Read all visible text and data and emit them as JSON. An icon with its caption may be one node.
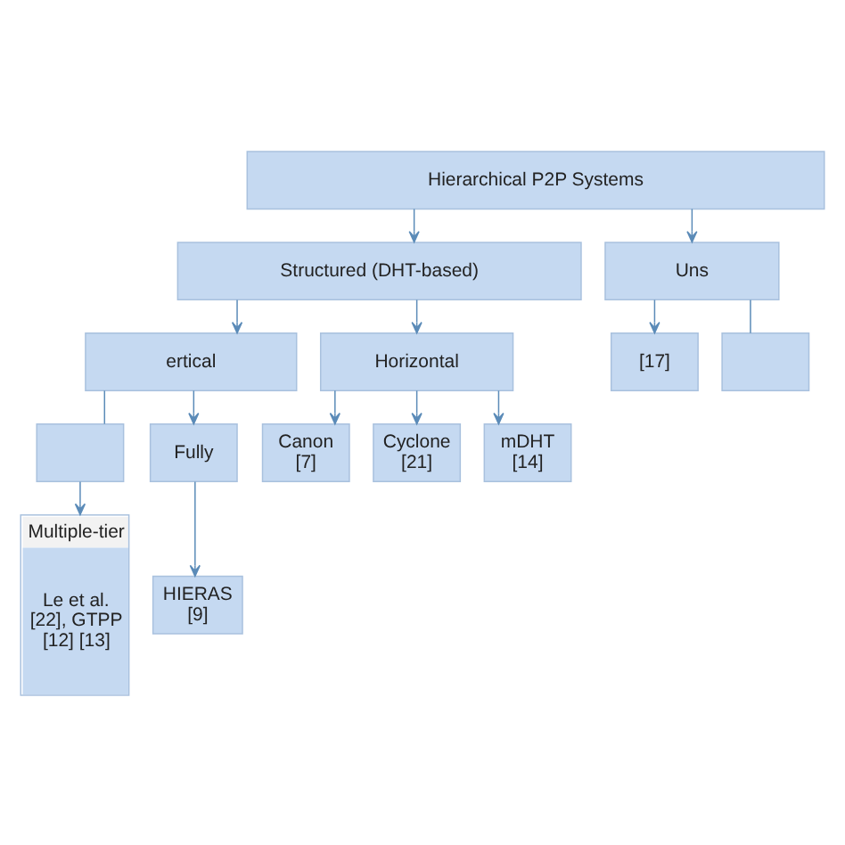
{
  "diagram": {
    "nodes": [
      {
        "text": [
          "Hierarchical P2P Systems"
        ]
      },
      {
        "text": [
          "Structured (DHT-based)"
        ]
      },
      {
        "text": [
          "Uns"
        ]
      },
      {
        "text": [
          "ertical"
        ]
      },
      {
        "text": [
          "Horizontal"
        ]
      },
      {
        "text": [],
        "shape": "box"
      },
      {
        "text": [
          "Fully"
        ]
      },
      {
        "text": [
          "Canon [7]"
        ]
      },
      {
        "text": [
          "Cyclone [21]"
        ]
      },
      {
        "text": [
          "mDHT [14]"
        ]
      },
      {
        "text": [
          "[17]"
        ]
      },
      {
        "text": [],
        "shape": "box"
      },
      {
        "text": [
          "Multiple-tier",
          "Le et al. [22], GTPP [12] [13]"
        ]
      },
      {
        "text": [
          "HIERAS [9]"
        ]
      }
    ],
    "edges": [
      {
        "from": 0,
        "to": 1,
        "arrow": "to"
      },
      {
        "from": 0,
        "to": 2,
        "arrow": "to"
      },
      {
        "from": 1,
        "to": 3,
        "arrow": "to"
      },
      {
        "from": 1,
        "to": 4,
        "arrow": "to"
      },
      {
        "from": 3,
        "to": 5,
        "arrow": "none"
      },
      {
        "from": 3,
        "to": 6,
        "arrow": "to"
      },
      {
        "from": 5,
        "to": 12,
        "arrow": "to"
      },
      {
        "from": 6,
        "to": 13,
        "arrow": "to"
      },
      {
        "from": 4,
        "to": 7,
        "arrow": "to"
      },
      {
        "from": 4,
        "to": 8,
        "arrow": "to"
      },
      {
        "from": 4,
        "to": 9,
        "arrow": "to"
      },
      {
        "from": 2,
        "to": 10,
        "arrow": "to"
      },
      {
        "from": 2,
        "to": 11,
        "arrow": "none"
      }
    ]
  }
}
